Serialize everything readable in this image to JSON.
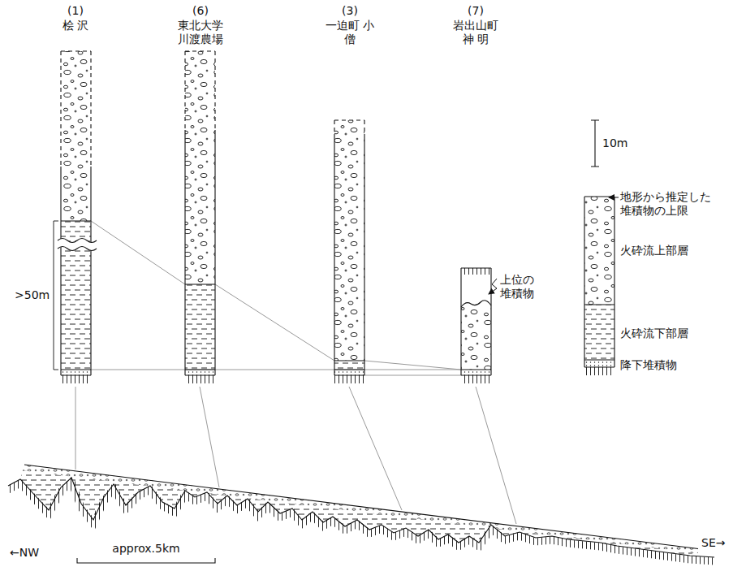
{
  "diagram": {
    "labels": [
      "(1)",
      "桧 沢",
      "(6)",
      "東北大学 川渡農場",
      "(3)",
      "一迫町 小 僧",
      "(7)",
      "岩出山町 神 明",
      "10m",
      ">50m",
      "上位の 堆積物",
      "←NW",
      "SE→",
      "approx.5km"
    ],
    "legend": [
      {
        "text": "地形から推定した 堆積物の上限"
      },
      {
        "text": "火砕流上部層"
      },
      {
        "text": "火砕流下部層"
      },
      {
        "text": "降下堆積物"
      }
    ]
  }
}
